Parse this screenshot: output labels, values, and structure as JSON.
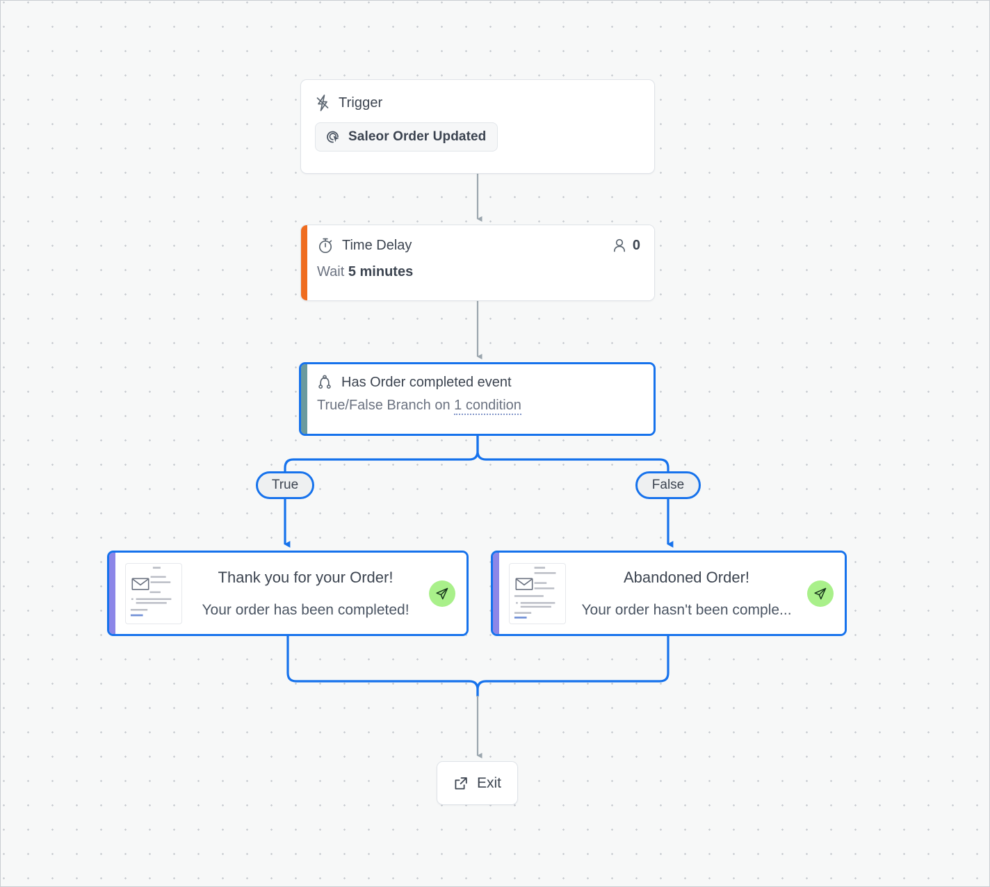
{
  "canvas": {
    "background_color": "#f7f8f8",
    "dot_color": "#c9cdd2",
    "border_color": "#c9cdd2"
  },
  "colors": {
    "selection_blue": "#1672ec",
    "edge_grey": "#9aa5ad",
    "accent_orange": "#ef6c1f",
    "accent_teal": "#6b9b9e",
    "accent_purple": "#8c86e8",
    "send_badge_green": "#a9f08a",
    "condition_link": "#6b7280"
  },
  "nodes": {
    "trigger": {
      "icon": "lightning-bolt-icon",
      "label": "Trigger",
      "source": {
        "icon": "saleor-cursor-icon",
        "label": "Saleor Order Updated"
      }
    },
    "time_delay": {
      "icon": "stopwatch-icon",
      "title": "Time Delay",
      "wait_prefix": "Wait",
      "wait_value": "5 minutes",
      "contacts_icon": "person-icon",
      "contacts_count": "0",
      "accent_color": "#ef6c1f"
    },
    "branch": {
      "icon": "branch-split-icon",
      "title": "Has Order completed event",
      "subtitle_prefix": "True/False Branch on",
      "condition_link": "1 condition",
      "accent_color": "#6b9b9e",
      "selected": true
    },
    "branch_labels": {
      "true": "True",
      "false": "False"
    },
    "email_true": {
      "thumbnail_icon": "envelope-icon",
      "subject": "Thank you for your Order!",
      "preheader": "Your order has been completed!",
      "send_icon": "paper-plane-icon",
      "accent_color": "#8c86e8",
      "selected": true
    },
    "email_false": {
      "thumbnail_icon": "envelope-icon",
      "subject": "Abandoned Order!",
      "preheader": "Your order hasn't been comple...",
      "send_icon": "paper-plane-icon",
      "accent_color": "#8c86e8",
      "selected": true
    },
    "exit": {
      "icon": "external-link-icon",
      "label": "Exit"
    }
  }
}
